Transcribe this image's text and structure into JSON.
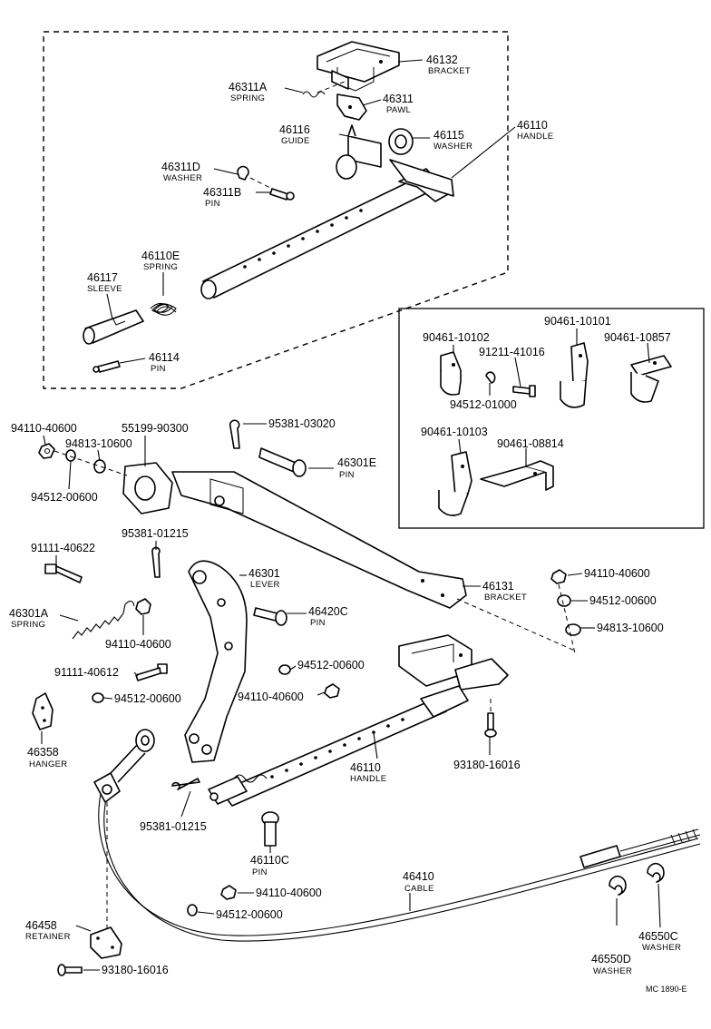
{
  "parts": [
    {
      "id": "p46132",
      "number": "46132",
      "name": "BRACKET"
    },
    {
      "id": "p46311A",
      "number": "46311A",
      "name": "SPRING"
    },
    {
      "id": "p46311",
      "number": "46311",
      "name": "PAWL"
    },
    {
      "id": "p46116",
      "number": "46116",
      "name": "GUIDE"
    },
    {
      "id": "p46115",
      "number": "46115",
      "name": "WASHER"
    },
    {
      "id": "p46110top",
      "number": "46110",
      "name": "HANDLE"
    },
    {
      "id": "p46311D",
      "number": "46311D",
      "name": "WASHER"
    },
    {
      "id": "p46311B",
      "number": "46311B",
      "name": "PIN"
    },
    {
      "id": "p46110E",
      "number": "46110E",
      "name": "SPRING"
    },
    {
      "id": "p46117",
      "number": "46117",
      "name": "SLEEVE"
    },
    {
      "id": "p46114",
      "number": "46114",
      "name": "PIN"
    },
    {
      "id": "p90461_10102",
      "number": "90461-10102",
      "name": ""
    },
    {
      "id": "p90461_10101",
      "number": "90461-10101",
      "name": ""
    },
    {
      "id": "p91211",
      "number": "91211-41016",
      "name": ""
    },
    {
      "id": "p90461_10857",
      "number": "90461-10857",
      "name": ""
    },
    {
      "id": "p94512_01000",
      "number": "94512-01000",
      "name": ""
    },
    {
      "id": "p90461_10103",
      "number": "90461-10103",
      "name": ""
    },
    {
      "id": "p90461_08814",
      "number": "90461-08814",
      "name": ""
    },
    {
      "id": "p94110_a",
      "number": "94110-40600",
      "name": ""
    },
    {
      "id": "p55199",
      "number": "55199-90300",
      "name": ""
    },
    {
      "id": "p95381_03020",
      "number": "95381-03020",
      "name": ""
    },
    {
      "id": "p94813_a",
      "number": "94813-10600",
      "name": ""
    },
    {
      "id": "p94512_a",
      "number": "94512-00600",
      "name": ""
    },
    {
      "id": "p46301E",
      "number": "46301E",
      "name": "PIN"
    },
    {
      "id": "p95381_a",
      "number": "95381-01215",
      "name": ""
    },
    {
      "id": "p91111_40622",
      "number": "91111-40622",
      "name": ""
    },
    {
      "id": "p46301",
      "number": "46301",
      "name": "LEVER"
    },
    {
      "id": "p46131",
      "number": "46131",
      "name": "BRACKET"
    },
    {
      "id": "p94110_b",
      "number": "94110-40600",
      "name": ""
    },
    {
      "id": "p46301A",
      "number": "46301A",
      "name": "SPRING"
    },
    {
      "id": "p46420C",
      "number": "46420C",
      "name": "PIN"
    },
    {
      "id": "p94512_b",
      "number": "94512-00600",
      "name": ""
    },
    {
      "id": "p94110_c",
      "number": "94110-40600",
      "name": ""
    },
    {
      "id": "p94813_b",
      "number": "94813-10600",
      "name": ""
    },
    {
      "id": "p94512_c",
      "number": "94512-00600",
      "name": ""
    },
    {
      "id": "p91111_40612",
      "number": "91111-40612",
      "name": ""
    },
    {
      "id": "p94110_d",
      "number": "94110-40600",
      "name": ""
    },
    {
      "id": "p94512_d",
      "number": "94512-00600",
      "name": ""
    },
    {
      "id": "p46358",
      "number": "46358",
      "name": "HANGER"
    },
    {
      "id": "p46110mid",
      "number": "46110",
      "name": "HANDLE"
    },
    {
      "id": "p93180_a",
      "number": "93180-16016",
      "name": ""
    },
    {
      "id": "p95381_b",
      "number": "95381-01215",
      "name": ""
    },
    {
      "id": "p46110C",
      "number": "46110C",
      "name": "PIN"
    },
    {
      "id": "p46410",
      "number": "46410",
      "name": "CABLE"
    },
    {
      "id": "p94110_e",
      "number": "94110-40600",
      "name": ""
    },
    {
      "id": "p94512_e",
      "number": "94512-00600",
      "name": ""
    },
    {
      "id": "p46458",
      "number": "46458",
      "name": "RETAINER"
    },
    {
      "id": "p46550C",
      "number": "46550C",
      "name": "WASHER"
    },
    {
      "id": "p46550D",
      "number": "46550D",
      "name": "WASHER"
    },
    {
      "id": "p93180_b",
      "number": "93180-16016",
      "name": ""
    }
  ],
  "footer": {
    "code": "MC 1890-E"
  }
}
